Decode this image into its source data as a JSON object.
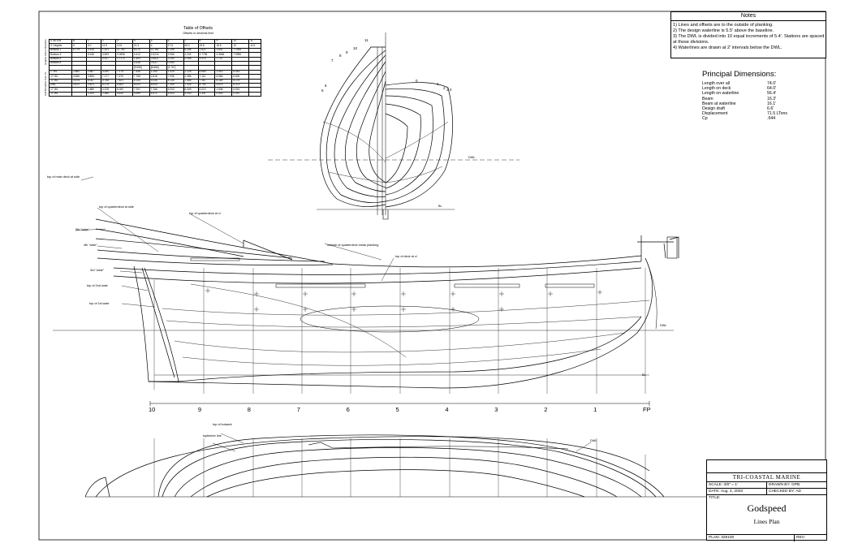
{
  "notes": {
    "title": "Notes",
    "items": [
      "1) Lines and offsets are to the outside of planking.",
      "2) The design waterline is 5.5' above the baseline.",
      "3) The DWL is divided into 10 equal increments of 5.4'. Stations are spaced at those divisions.",
      "4) Waterlines are drawn at 2' intervals below the DWL."
    ]
  },
  "principal_dimensions": {
    "title": "Principal Dimensions:",
    "rows": [
      {
        "label": "Length over all",
        "value": "74.0'"
      },
      {
        "label": "Length on deck",
        "value": "64.0'"
      },
      {
        "label": "Length on waterline",
        "value": "56.4'"
      },
      {
        "label": "Beam",
        "value": "16.3'"
      },
      {
        "label": "Beam at waterline",
        "value": "16.1'"
      },
      {
        "label": "Design draft",
        "value": "6.6'"
      },
      {
        "label": "Displacement",
        "value": "71.5 LTons"
      },
      {
        "label": "Cp",
        "value": ".644"
      }
    ]
  },
  "offsets_table": {
    "title": "Table of Offsets",
    "subtitle": "Offsets in decimal feet",
    "side_labels": [
      "Heights Above Baseline",
      "Half Breadths from CL"
    ],
    "header": [
      "STATION",
      "B",
      "1",
      "2",
      "3",
      "4",
      "5",
      "6",
      "7",
      "8",
      "9",
      "10",
      "11"
    ],
    "rows": [
      [
        "3' Heights",
        "5",
        "6.0",
        "11.5",
        "10.5",
        "21.3",
        "4",
        "17.6",
        "26.2",
        "25.8",
        "16.5",
        "10",
        "11.5"
      ],
      [
        "Buttock 2'",
        "6.779",
        "3.516",
        "1.321",
        "11.780",
        "6.070",
        "12.182",
        "0.196",
        "6.285",
        "1.622",
        "3.841",
        "7.1944",
        ""
      ],
      [
        "Buttock 4'",
        "",
        "8.156",
        "3.509",
        "0.0696",
        "0.412",
        "2.5216",
        "3.956",
        "1.244",
        "4.7796",
        "4.3548",
        "7.9596",
        ""
      ],
      [
        "Buttock 6'",
        "",
        "",
        "4.917",
        "2.7172",
        "1.504",
        "0.5521",
        "3.290",
        "0.998",
        "4.475",
        "1.747",
        "",
        ""
      ],
      [
        "Buttock 8'",
        "",
        "",
        "",
        "",
        "0.536",
        "0.521",
        "0.065",
        "",
        "",
        "",
        "",
        ""
      ],
      [
        "",
        "",
        "",
        "",
        "",
        "[9.555]",
        "[8.866]",
        "[3.767]",
        "",
        "",
        "",
        "",
        ""
      ],
      [
        "1\" WL",
        "2.860",
        "2.887",
        "4.000",
        "7.175",
        "7.436",
        "1.260",
        "1.419",
        "1.225",
        "8.689",
        "2.915",
        "6.516",
        ""
      ],
      [
        "-2\" WL",
        "3.556",
        "3.895",
        "7.177",
        "7.579",
        "7.758",
        "2.818",
        "7.935",
        "1.386",
        "7.110",
        "6.556",
        "6.630",
        ""
      ],
      [
        "-4\" WL",
        "3.575",
        "6.067",
        "3.758",
        "7.821",
        "8.155",
        "4.035",
        "8.135",
        "1.886",
        "7.167",
        "6.189",
        "6.275",
        ""
      ],
      [
        "DWL",
        "3.672",
        "3.621",
        "6.175",
        "5.600",
        "8.003",
        "8.004",
        "7.309",
        "7.925",
        "8.704",
        "5.675",
        "8.475",
        ""
      ],
      [
        "-2\" WL",
        "",
        "1.880",
        "4.378",
        "6.000",
        "7.291",
        "7.166",
        "6.003",
        "6.069",
        "6.010",
        "1.538",
        "6.515",
        ""
      ],
      [
        "-4\" WL",
        "",
        "0.253",
        "2.380",
        "4.610",
        "4.999",
        "5.471",
        "5.003",
        "4.000",
        "1.341",
        "0.543",
        "0.097",
        ""
      ]
    ]
  },
  "drawing_labels": {
    "top_of_main_deck": "top of main deck at side",
    "top_of_quarterdeck_side": "top of quarterdeck at side",
    "top_of_quarterdeck_cl": "top of quarterdeck at cl",
    "fifth_wale": "5th \"wale\"",
    "fourth_wale": "4th \"wale\"",
    "third_wale": "3rd \"wale\"",
    "top_2nd_wale": "top of 2nd wale",
    "top_1st_wale": "top of 1st wale",
    "break_planking": "outside of quarterdeck break planking",
    "top_of_deck_cl": "top of deck at cl",
    "dwl_profile": "DWL",
    "bl_profile": "BL",
    "dwl_body": "DWL",
    "bl_body": "BL",
    "dwl_plan": "DWL",
    "top_of_bulwark": "top of bulwark",
    "topTimber_line": "toptimber line"
  },
  "body_plan_stations": {
    "aft": [
      "11",
      "10",
      "9",
      "8",
      "7",
      "6",
      "5"
    ],
    "fwd": [
      "0",
      "1",
      "2",
      "3",
      "4"
    ]
  },
  "station_scale": [
    "10",
    "9",
    "8",
    "7",
    "6",
    "5",
    "4",
    "3",
    "2",
    "1",
    "FP"
  ],
  "title_block": {
    "company": "TRI-COASTAL MARINE",
    "scale_label": "SCALE:",
    "scale": "3/8\" = 1'",
    "drawn_by_label": "DRAWN BY:",
    "drawn_by": "GPB",
    "date_label": "DATE:",
    "date": "Aug. 4, 2003",
    "checked_by_label": "CHECKED BY:",
    "checked_by": "AD",
    "title_label": "TITLE:",
    "vessel": "Godspeed",
    "subtitle": "Lines Plan",
    "plan_label": "PLAN:",
    "plan_no": "328100",
    "rev_label": "REV:"
  }
}
